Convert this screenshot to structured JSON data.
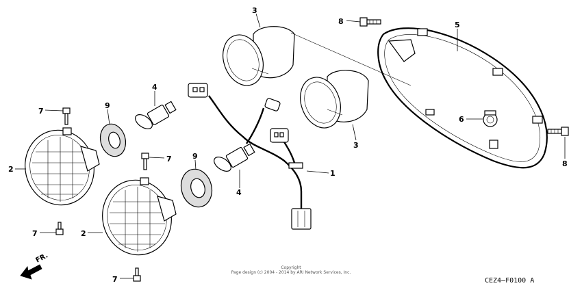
{
  "callouts": [
    {
      "id": "c3a",
      "label": "3"
    },
    {
      "id": "c3b",
      "label": "3"
    },
    {
      "id": "c8a",
      "label": "8"
    },
    {
      "id": "c8b",
      "label": "8"
    },
    {
      "id": "c5",
      "label": "5"
    },
    {
      "id": "c4a",
      "label": "4"
    },
    {
      "id": "c4b",
      "label": "4"
    },
    {
      "id": "c9a",
      "label": "9"
    },
    {
      "id": "c9b",
      "label": "9"
    },
    {
      "id": "c7a",
      "label": "7"
    },
    {
      "id": "c7b",
      "label": "7"
    },
    {
      "id": "c7c",
      "label": "7"
    },
    {
      "id": "c7d",
      "label": "7"
    },
    {
      "id": "c2a",
      "label": "2"
    },
    {
      "id": "c2b",
      "label": "2"
    },
    {
      "id": "c6",
      "label": "6"
    },
    {
      "id": "c1",
      "label": "1"
    }
  ],
  "direction_label": "FR.",
  "copyright_line1": "Copyright",
  "copyright_line2": "Page design (c) 2004 - 2014 by ARI Network Services, Inc.",
  "diagram_code": "CEZ4–F0100 A"
}
